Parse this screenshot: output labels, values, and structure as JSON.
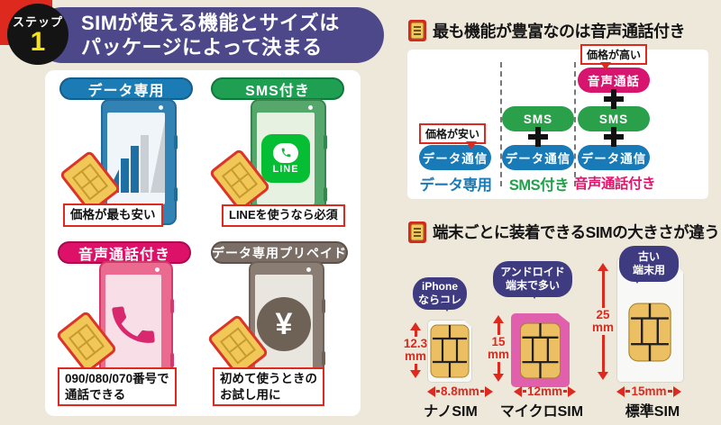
{
  "badge": {
    "step": "ステップ",
    "number": "1"
  },
  "title": {
    "line1": "SIMが使える機能とサイズは",
    "line2": "パッケージによって決まる"
  },
  "quadrants": {
    "data_only": {
      "header": "データ専用",
      "note": "価格が最も安い"
    },
    "sms": {
      "header": "SMS付き",
      "note": "LINEを使うなら必須",
      "line_label": "LINE"
    },
    "voice": {
      "header": "音声通話付き",
      "note1": "090/080/070番号で",
      "note2": "通話できる"
    },
    "prepaid": {
      "header": "データ専用プリペイド",
      "note1": "初めて使うときの",
      "note2": "お試し用に",
      "yen": "¥"
    }
  },
  "features": {
    "heading": "最も機能が豊富なのは音声通話付き",
    "price_high": "価格が高い",
    "price_low": "価格が安い",
    "blocks": {
      "data": "データ通信",
      "sms": "SMS",
      "voice": "音声通話"
    },
    "col_labels": {
      "data_only": "データ専用",
      "sms": "SMS付き",
      "voice": "音声通話付き"
    }
  },
  "sizes": {
    "heading": "端末ごとに装着できるSIMの大きさが違う",
    "nano": {
      "name": "ナノSIM",
      "h": "12.3",
      "hu": "mm",
      "w": "8.8mm",
      "b1": "iPhone",
      "b2": "ならコレ"
    },
    "micro": {
      "name": "マイクロSIM",
      "h": "15",
      "hu": "mm",
      "w": "12mm",
      "b1": "アンドロイド",
      "b2": "端末で多い"
    },
    "standard": {
      "name": "標準SIM",
      "h": "25",
      "hu": "mm",
      "w": "15mm",
      "b1": "古い",
      "b2": "端末用"
    }
  },
  "colors": {
    "red": "#DD291E",
    "cream": "#EEE8DA",
    "title_purple": "#4D4889",
    "badge_black": "#141414",
    "badge_number_yellow": "#F6E017",
    "blue": "#1B7CB5",
    "green": "#1E9F52",
    "pink": "#DE1168",
    "taupe": "#7B6E66",
    "line_green": "#06BE34",
    "indigo_bubble": "#3F3B80",
    "gold_chip": "#ECBF63",
    "micro_pink": "#E160AE",
    "diagram_blue": "#187AB6",
    "diagram_green": "#2AA04B",
    "diagram_pink": "#D8156E"
  }
}
